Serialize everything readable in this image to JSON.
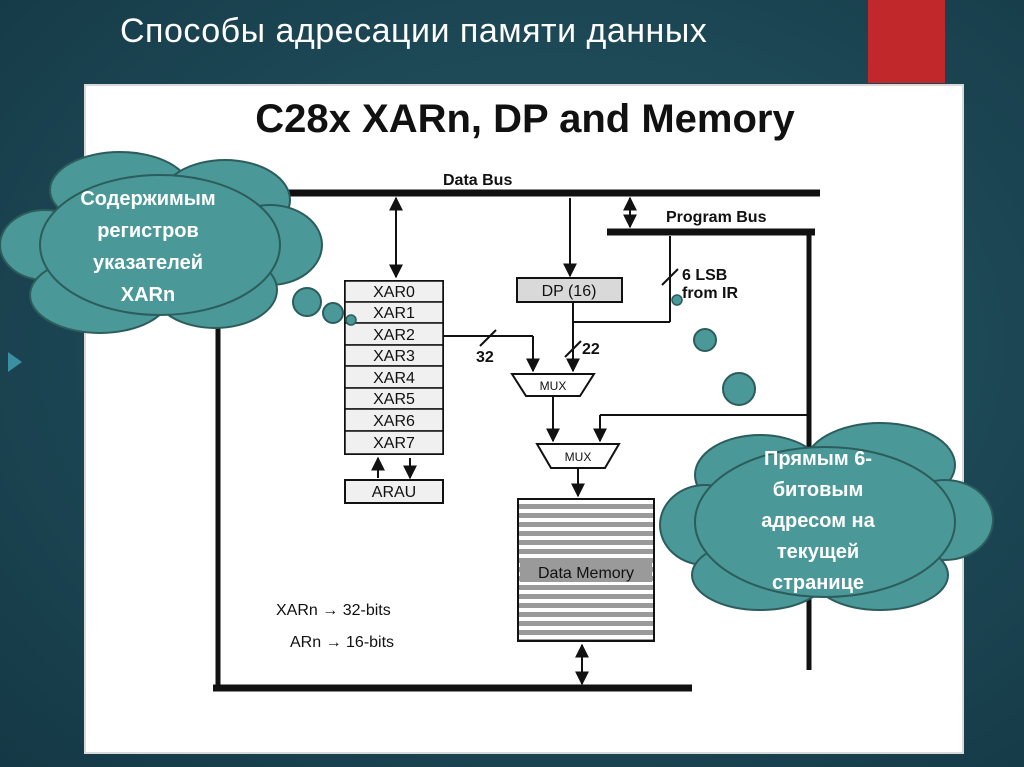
{
  "slide": {
    "title": "Способы адресации памяти данных",
    "accent_color": "#c0282b",
    "background_color": "#1e4a58"
  },
  "diagram": {
    "title": "C28x XARn, DP and Memory",
    "data_bus_label": "Data Bus",
    "program_bus_label": "Program Bus",
    "registers": [
      "XAR0",
      "XAR1",
      "XAR2",
      "XAR3",
      "XAR4",
      "XAR5",
      "XAR6",
      "XAR7"
    ],
    "arau_label": "ARAU",
    "dp_label": "DP (16)",
    "lsb_label_line1": "6 LSB",
    "lsb_label_line2": "from IR",
    "width_32": "32",
    "width_22": "22",
    "mux1_label": "MUX",
    "mux2_label": "MUX",
    "data_memory_label": "Data Memory",
    "note1": "XARn → 32-bits",
    "note2": "ARn → 16-bits"
  },
  "callouts": {
    "left": [
      "Содержимым",
      "регистров",
      "указателей",
      "XARn"
    ],
    "right": [
      "Прямым 6-",
      "битовым",
      "адресом на",
      "текущей",
      "странице"
    ],
    "cloud_color": "#4a9898"
  }
}
